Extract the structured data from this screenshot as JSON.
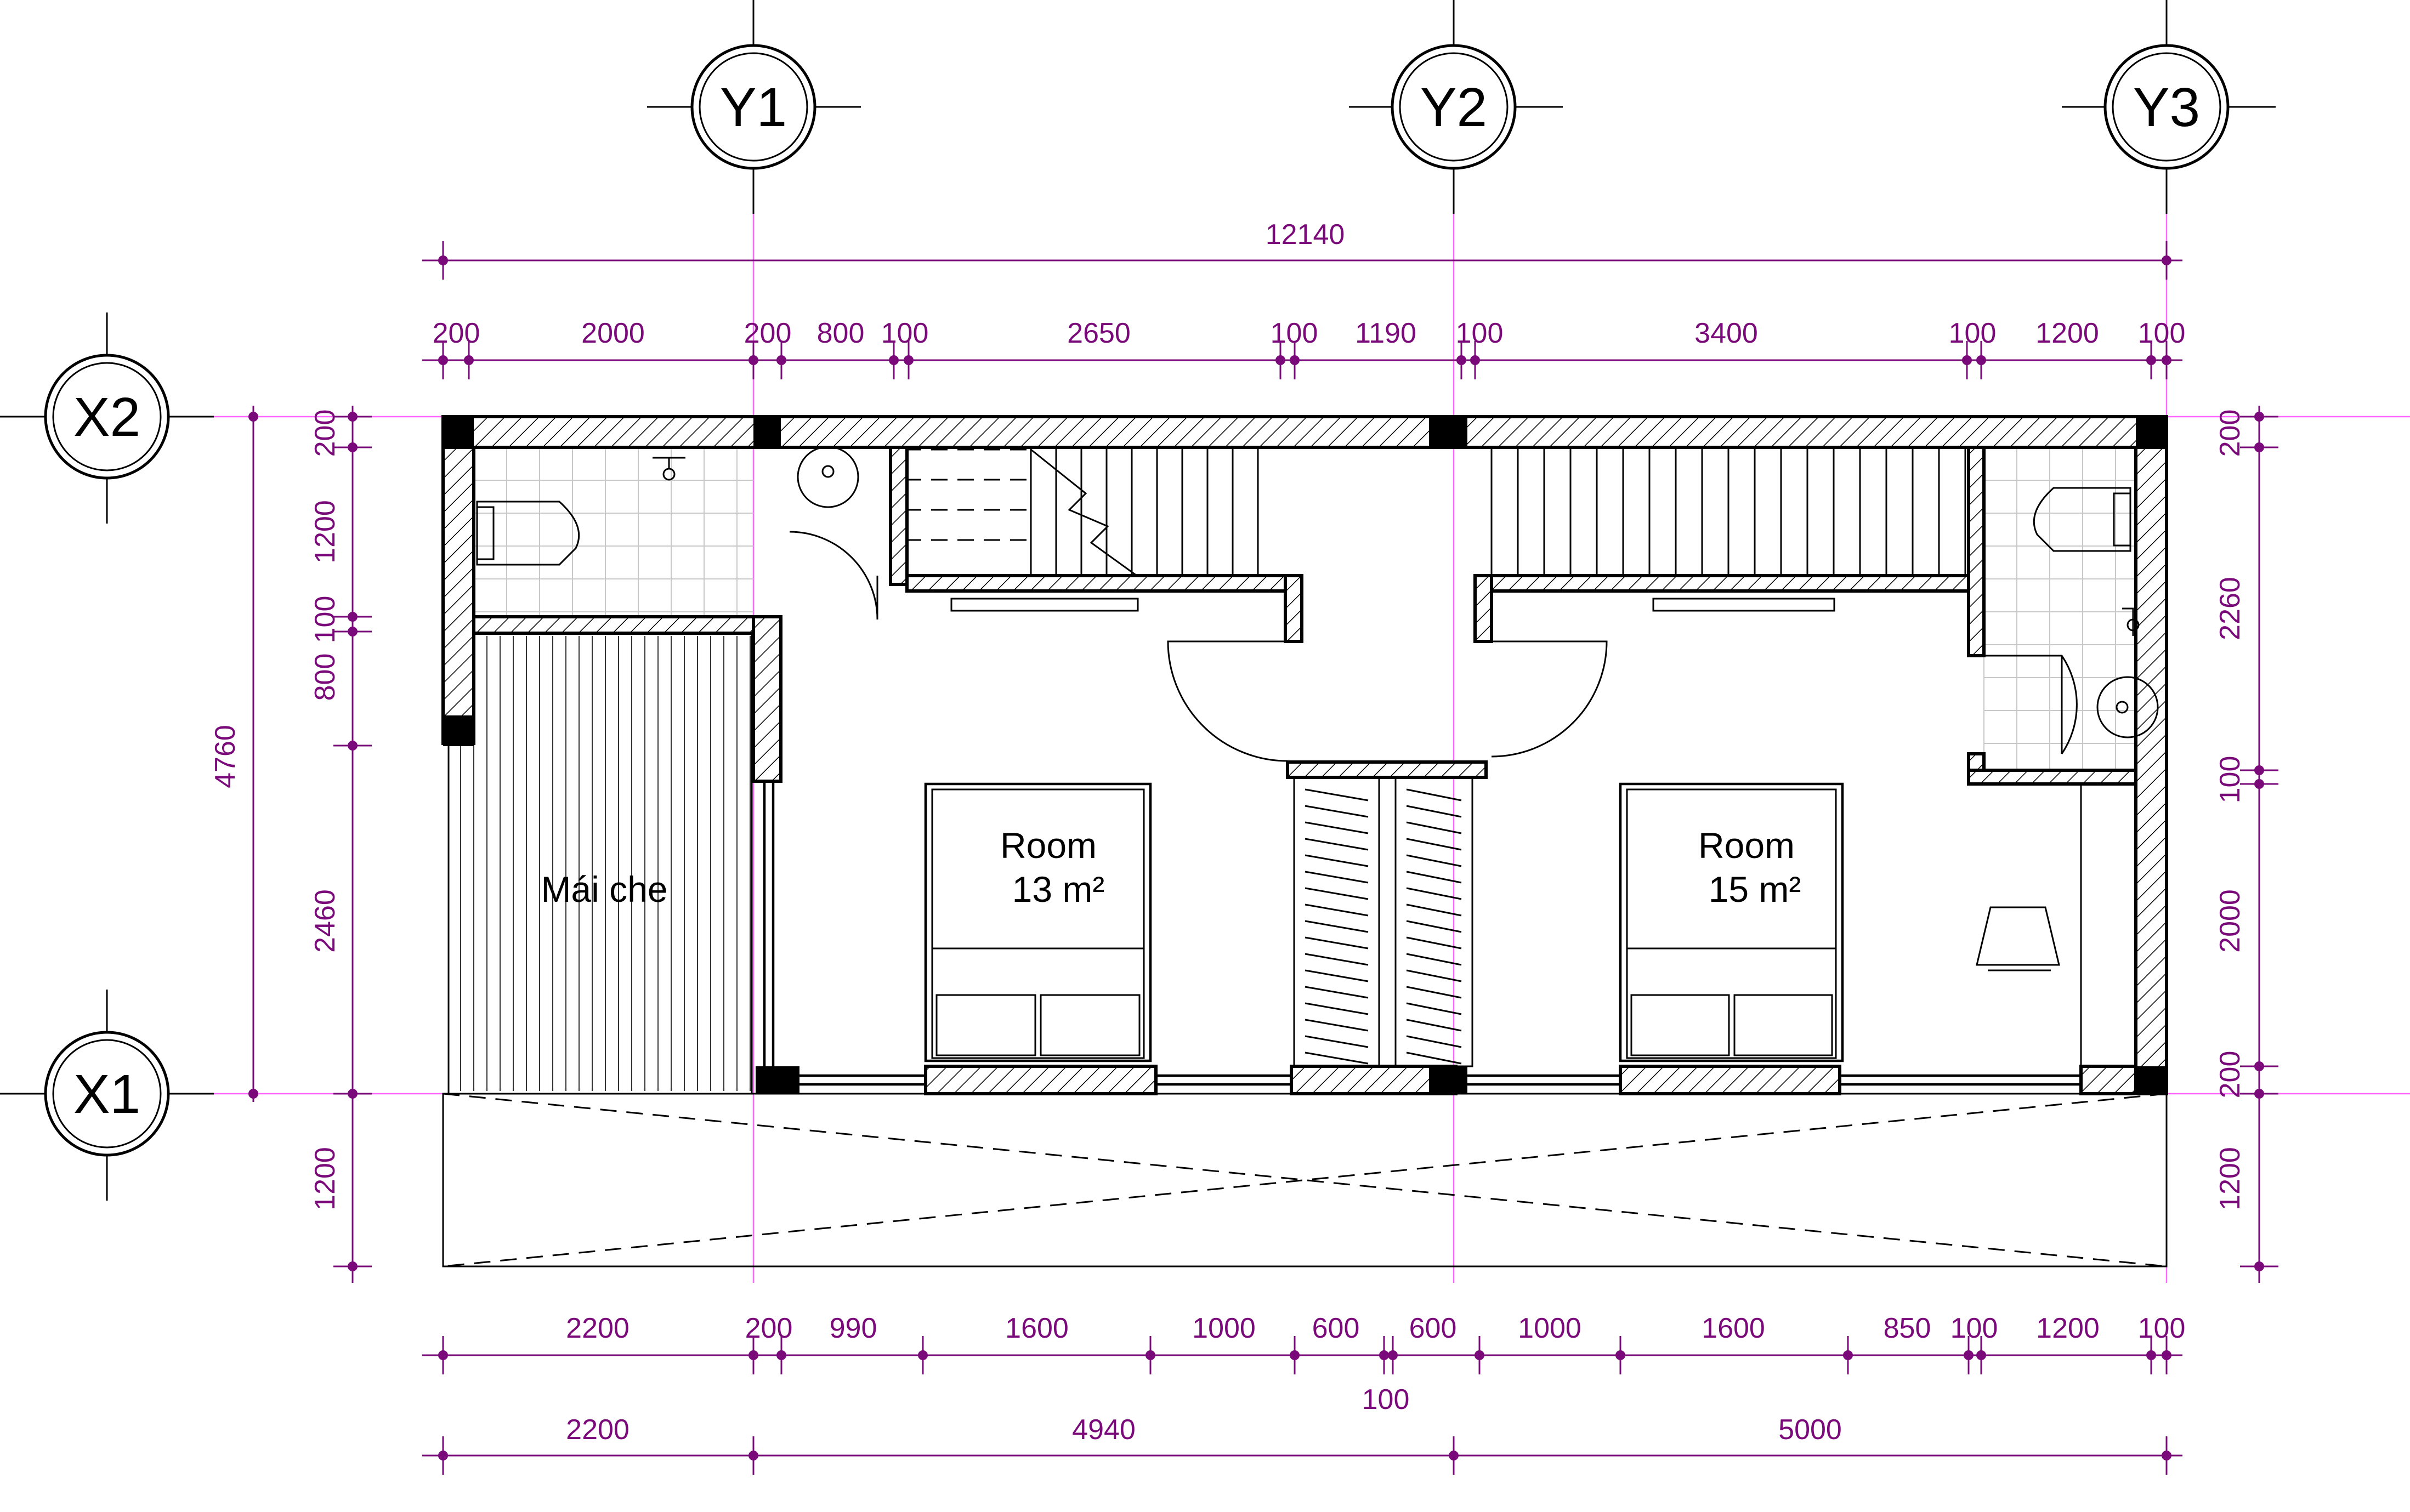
{
  "axes": {
    "top": [
      "Y1",
      "Y2",
      "Y3"
    ],
    "left": [
      "X2",
      "X1"
    ]
  },
  "dims": {
    "top_total": "12140",
    "top_chain": [
      "200",
      "2000",
      "200",
      "800",
      "100",
      "2650",
      "100",
      "1190",
      "100",
      "3400",
      "100",
      "1200",
      "100"
    ],
    "left_total": "4760",
    "left_chain": [
      "200",
      "1200",
      "100",
      "800",
      "2460",
      "1200"
    ],
    "right_chain": [
      "200",
      "2260",
      "100",
      "2000",
      "200",
      "1200"
    ],
    "bottom_chain": [
      "2200",
      "200",
      "990",
      "1600",
      "1000",
      "600",
      "600",
      "1000",
      "1600",
      "850",
      "100",
      "1200",
      "100"
    ],
    "bottom_mid": "100",
    "bottom_total": [
      "2200",
      "4940",
      "5000"
    ]
  },
  "rooms": {
    "room_a_name": "Room",
    "room_a_area": "13 m²",
    "room_b_name": "Room",
    "room_b_area": "15 m²",
    "canopy": "Mái che"
  },
  "colors": {
    "dimension": "#7a0a7a",
    "grid": "#ff66ff",
    "wall": "#000000"
  }
}
